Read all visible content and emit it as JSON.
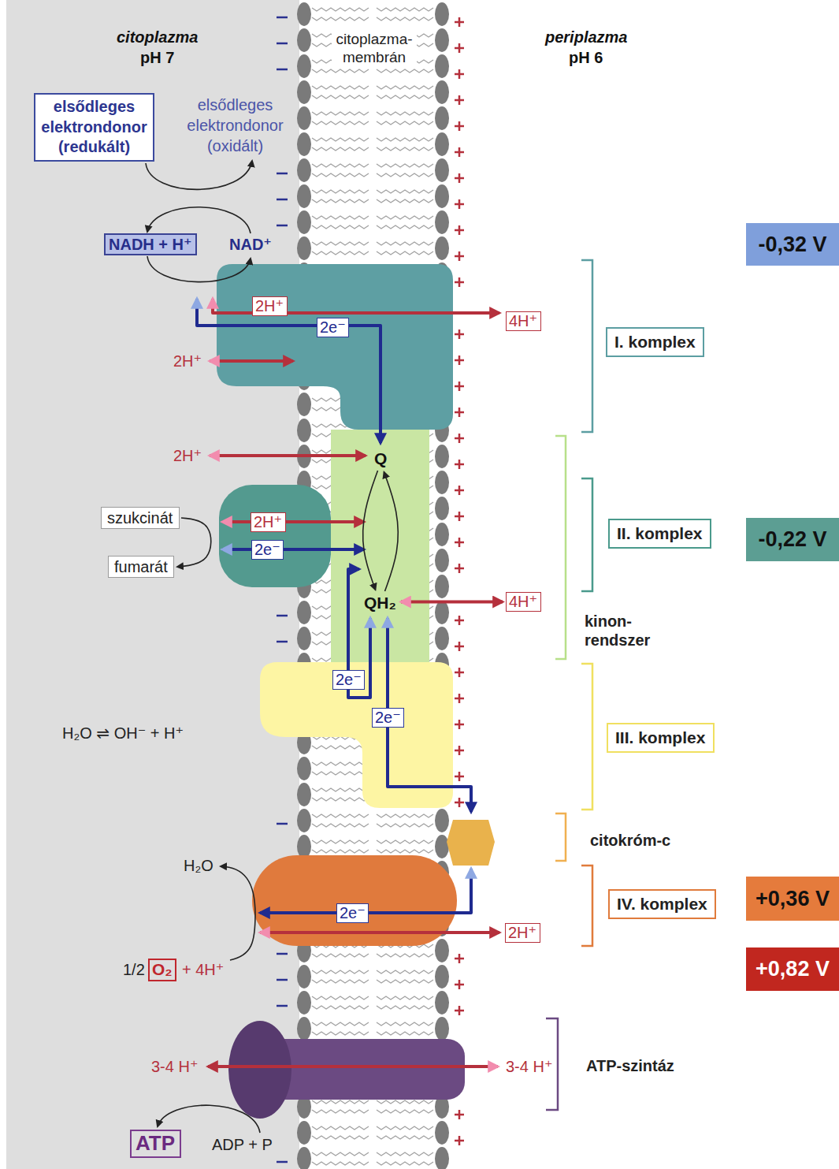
{
  "diagram": {
    "nodes": [
      {
        "text": [
          "citoplazma- membrán"
        ]
      },
      {
        "text": [
          "elsődleges elektrondonor (redukált)"
        ]
      },
      {
        "text": [
          "-0,32 V"
        ]
      },
      {
        "text": [
          "NADH + H⁺"
        ]
      },
      {
        "text": [
          "2H⁺"
        ]
      },
      {
        "text": [
          "4H⁺"
        ]
      },
      {
        "text": [
          "I. komplex"
        ]
      },
      {
        "text": [
          "2e⁻"
        ]
      },
      {
        "text": [
          "Q"
        ]
      },
      {
        "text": [
          "szukcinát"
        ]
      },
      {
        "text": [
          "2H⁺"
        ]
      },
      {
        "text": [
          "II. komplex"
        ]
      },
      {
        "text": [
          "-0,22 V"
        ]
      },
      {
        "text": [
          "2e⁻"
        ]
      },
      {
        "text": [
          "fumarát"
        ]
      },
      {
        "text": [
          "4H⁺"
        ]
      },
      {
        "text": [
          "QH₂"
        ]
      },
      {
        "text": [
          "2e⁻"
        ]
      },
      {
        "text": [
          "2e⁻"
        ]
      },
      {
        "text": [
          "III. komplex"
        ]
      },
      {
        "text": [
          "+0,36 V"
        ]
      },
      {
        "text": [
          "IV. komplex"
        ]
      },
      {
        "text": [
          "2e⁻"
        ]
      },
      {
        "text": [
          "2H⁺"
        ]
      },
      {
        "text": [
          "+0,82 V"
        ]
      },
      {
        "text": [
          "O₂"
        ]
      },
      {
        "text": [
          "ATP"
        ]
      }
    ],
    "edges": [
      {
        "from": 9,
        "to": 14,
        "arrow": "to"
      },
      {
        "from": 8,
        "to": 16,
        "arrow": "to"
      },
      {
        "from": 16,
        "to": 8,
        "arrow": "to"
      },
      {
        "from": 16,
        "to": 15,
        "arrow": "both"
      }
    ],
    "labels": [
      "citoplazma",
      "pH 7",
      "periplazma",
      "pH 6",
      "elsődleges elektrondonor (oxidált)",
      "NAD⁺",
      "2H⁺",
      "2H⁺",
      "kinon- rendszer",
      "H₂O ⇌ OH⁻ + H⁺",
      "citokróm-c",
      "H₂O",
      "1/2",
      "+ 4H⁺",
      "3-4 H⁺",
      "3-4 H⁺",
      "ATP-szintáz",
      "ADP + P"
    ]
  }
}
